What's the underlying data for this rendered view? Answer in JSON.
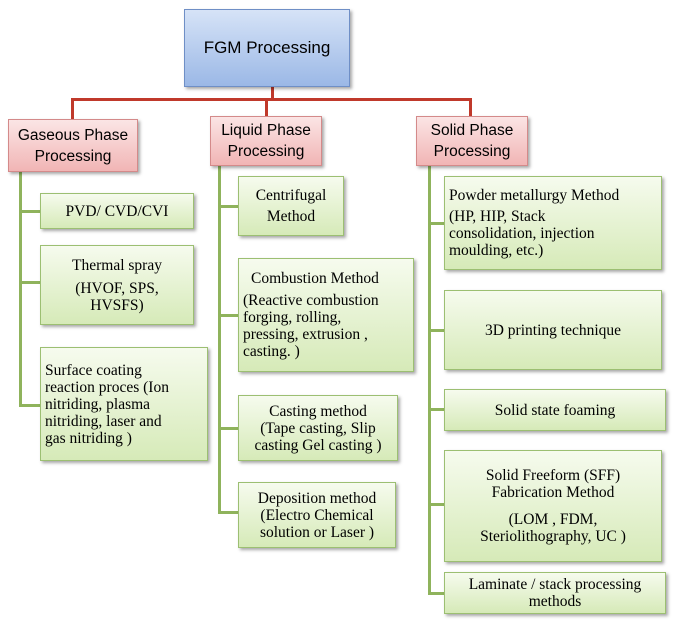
{
  "root": {
    "label": "FGM Processing"
  },
  "categories": [
    {
      "label_line1": "Gaseous Phase",
      "label_line2": "Processing"
    },
    {
      "label_line1": "Liquid Phase",
      "label_line2": "Processing"
    },
    {
      "label_line1": "Solid Phase",
      "label_line2": "Processing"
    }
  ],
  "gaseous": [
    {
      "lines": [
        "PVD/  CVD/CVI"
      ]
    },
    {
      "lines": [
        "Thermal  spray",
        "(HVOF,  SPS,",
        "HVSFS)"
      ]
    },
    {
      "lines": [
        "Surface coating",
        "reaction proces (Ion",
        "nitriding,  plasma",
        "nitriding,  laser and",
        "gas nitriding )"
      ]
    }
  ],
  "liquid": [
    {
      "lines": [
        "Centrifugal",
        "Method"
      ]
    },
    {
      "lines": [
        "Combustion Method",
        "(Reactive combustion",
        "forging, rolling,",
        "pressing, extrusion ,",
        "casting. )"
      ]
    },
    {
      "lines": [
        "Casting method",
        "(Tape casting, Slip",
        "casting Gel  casting )"
      ]
    },
    {
      "lines": [
        "Deposition method",
        "(Electro Chemical",
        "solution or Laser )"
      ]
    }
  ],
  "solid": [
    {
      "lines": [
        "Powder metallurgy Method",
        "(HP,  HIP,  Stack",
        "consolidation, injection",
        "moulding,  etc.)"
      ]
    },
    {
      "lines": [
        "3D printing technique"
      ]
    },
    {
      "lines": [
        "Solid state foaming"
      ]
    },
    {
      "lines": [
        "Solid Freeform  (SFF)",
        "Fabrication Method",
        "",
        "(LOM ,  FDM,",
        "Steriolithography,  UC )"
      ]
    },
    {
      "lines": [
        "Laminate  /  stack processing",
        "methods"
      ]
    }
  ]
}
